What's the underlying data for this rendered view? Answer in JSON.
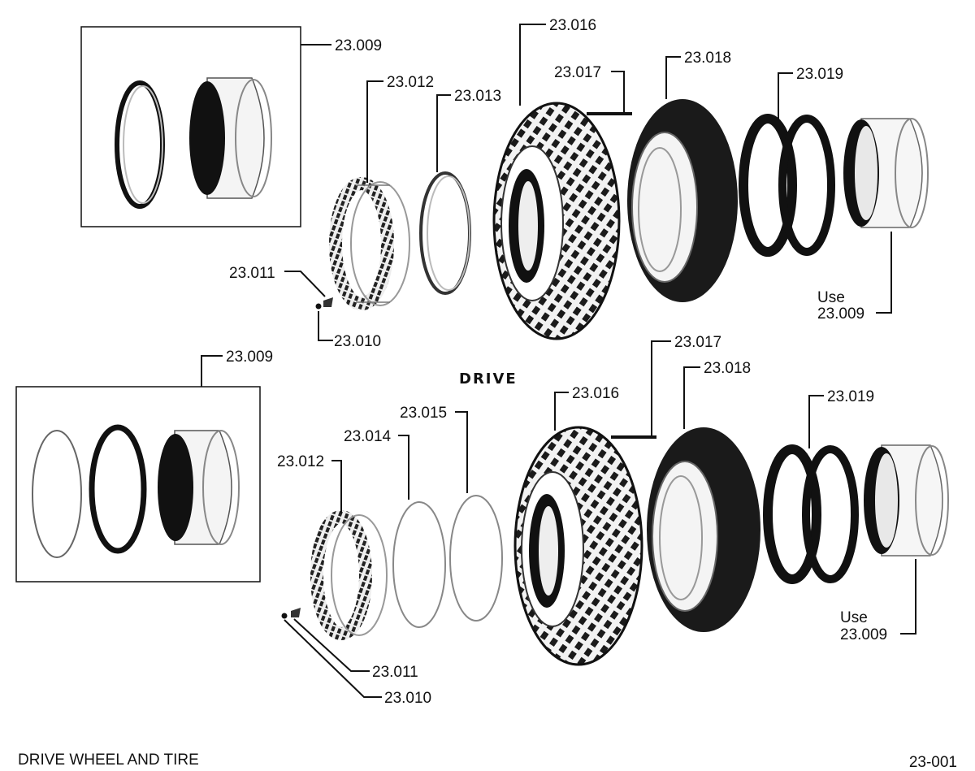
{
  "diagram": {
    "heading": "DRIVE",
    "footer_title": "DRIVE WHEEL AND TIRE",
    "footer_code": "23-001",
    "colors": {
      "ink": "#111111",
      "paper": "#ffffff"
    },
    "upper": {
      "inset_label": "23.009",
      "labels": {
        "p010": "23.010",
        "p011": "23.011",
        "p012": "23.012",
        "p013": "23.013",
        "p016": "23.016",
        "p017": "23.017",
        "p018": "23.018",
        "p019": "23.019"
      },
      "use_word": "Use",
      "use_part": "23.009"
    },
    "lower": {
      "inset_label": "23.009",
      "labels": {
        "p010": "23.010",
        "p011": "23.011",
        "p012": "23.012",
        "p014": "23.014",
        "p015": "23.015",
        "p016": "23.016",
        "p017": "23.017",
        "p018": "23.018",
        "p019": "23.019"
      },
      "use_word": "Use",
      "use_part": "23.009"
    }
  }
}
